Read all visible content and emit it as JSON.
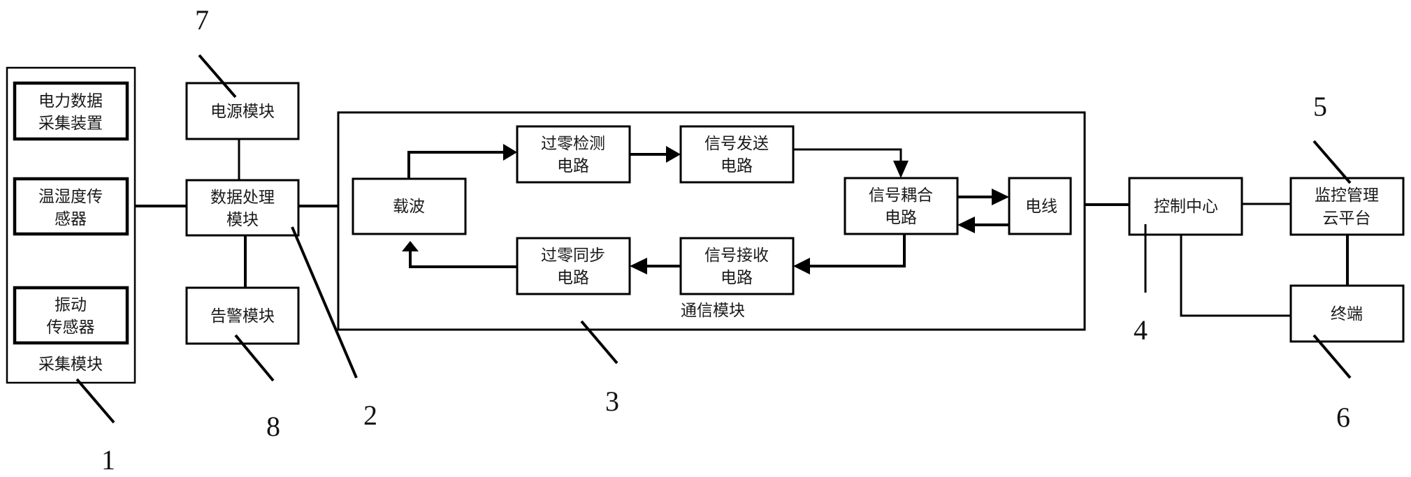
{
  "diagram": {
    "collection_module": {
      "label": "采集模块",
      "ref": "1",
      "items": [
        {
          "line1": "电力数据",
          "line2": "采集装置"
        },
        {
          "line1": "温湿度传",
          "line2": "感器"
        },
        {
          "line1": "振动",
          "line2": "传感器"
        }
      ]
    },
    "power_module": {
      "line1": "电源模块",
      "ref": "7"
    },
    "data_processing_module": {
      "line1": "数据处理",
      "line2": "模块",
      "ref": "2"
    },
    "alarm_module": {
      "line1": "告警模块",
      "ref": "8"
    },
    "communication_module": {
      "label": "通信模块",
      "ref": "3",
      "carrier": {
        "line1": "载波"
      },
      "zero_cross_detect": {
        "line1": "过零检测",
        "line2": "电路"
      },
      "signal_send": {
        "line1": "信号发送",
        "line2": "电路"
      },
      "signal_coupling": {
        "line1": "信号耦合",
        "line2": "电路"
      },
      "power_line": {
        "line1": "电线"
      },
      "signal_receive": {
        "line1": "信号接收",
        "line2": "电路"
      },
      "zero_cross_sync": {
        "line1": "过零同步",
        "line2": "电路"
      }
    },
    "control_center": {
      "line1": "控制中心",
      "ref": "4"
    },
    "cloud_platform": {
      "line1": "监控管理",
      "line2": "云平台",
      "ref": "5"
    },
    "terminal": {
      "line1": "终端",
      "ref": "6"
    }
  }
}
